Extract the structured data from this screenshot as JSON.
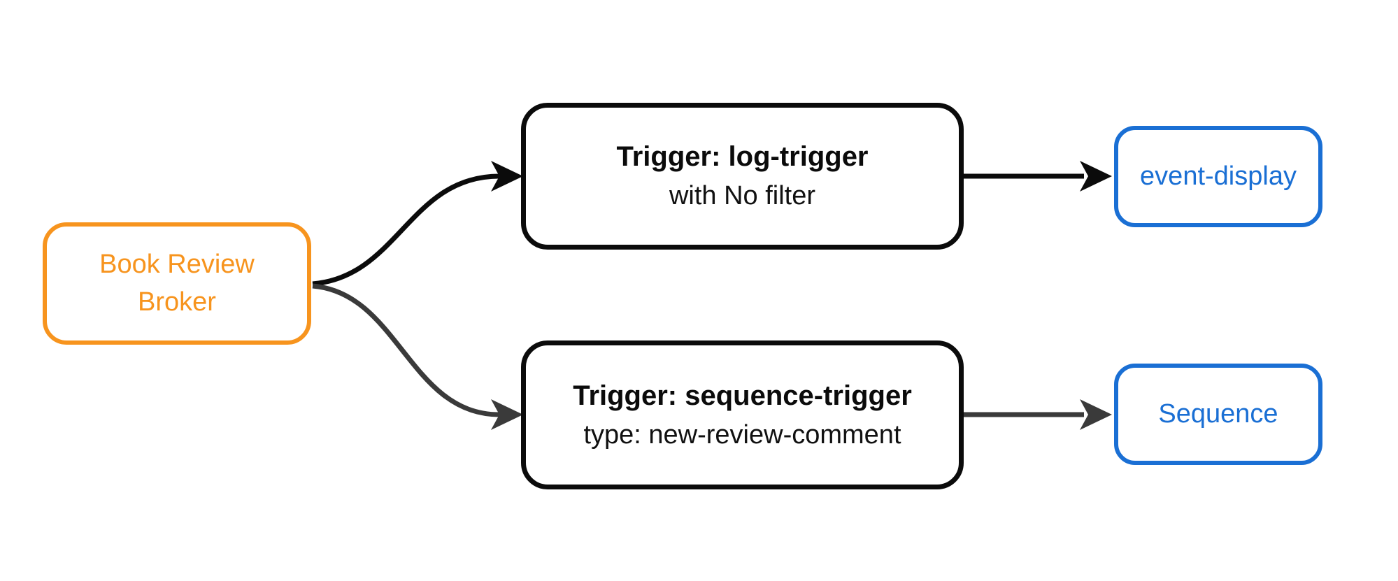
{
  "colors": {
    "orange": "#F7941E",
    "blue": "#1A6FD4",
    "black": "#0B0B0B",
    "gray": "#3A3A3A",
    "node_background": "#FFFFFF",
    "canvas_background": "#FFFFFF"
  },
  "nodes": {
    "broker": {
      "label": "Book Review Broker"
    },
    "log_trigger": {
      "title": "Trigger: log-trigger",
      "subtitle": "with No filter"
    },
    "sequence_trigger": {
      "title": "Trigger: sequence-trigger",
      "subtitle": "type: new-review-comment"
    },
    "event_display": {
      "label": "event-display"
    },
    "sequence": {
      "label": "Sequence"
    }
  },
  "edges": [
    {
      "from": "Book Review Broker",
      "to": "Trigger: log-trigger",
      "color": "#0B0B0B"
    },
    {
      "from": "Book Review Broker",
      "to": "Trigger: sequence-trigger",
      "color": "#3A3A3A"
    },
    {
      "from": "Trigger: log-trigger",
      "to": "event-display",
      "color": "#0B0B0B"
    },
    {
      "from": "Trigger: sequence-trigger",
      "to": "Sequence",
      "color": "#3A3A3A"
    }
  ]
}
